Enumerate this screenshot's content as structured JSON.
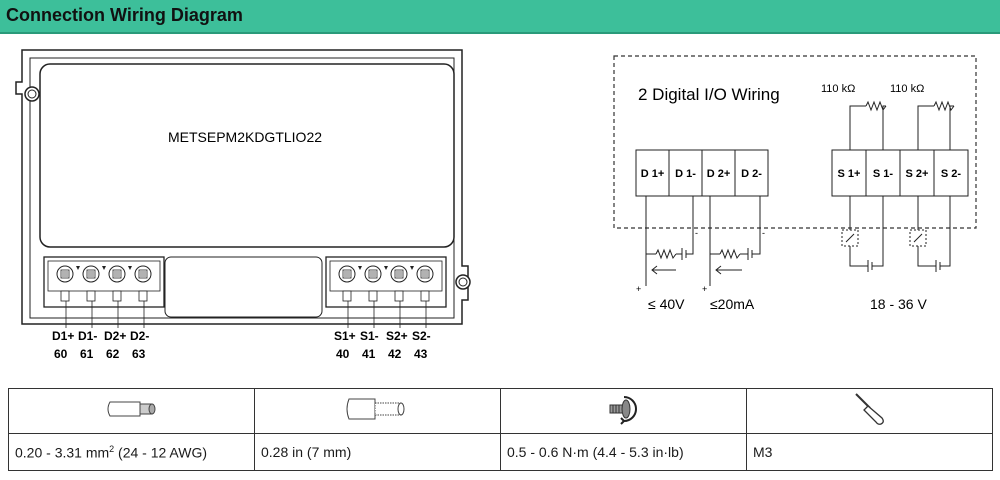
{
  "header": {
    "title": "Connection Wiring Diagram"
  },
  "device": {
    "model": "METSEPM2KDGTLIO22",
    "left_terminals": [
      {
        "name": "D1+",
        "number": "60"
      },
      {
        "name": "D1-",
        "number": "61"
      },
      {
        "name": "D2+",
        "number": "62"
      },
      {
        "name": "D2-",
        "number": "63"
      }
    ],
    "right_terminals": [
      {
        "name": "S1+",
        "number": "40"
      },
      {
        "name": "S1-",
        "number": "41"
      },
      {
        "name": "S2+",
        "number": "42"
      },
      {
        "name": "S2-",
        "number": "43"
      }
    ]
  },
  "wiring": {
    "title": "2 Digital I/O Wiring",
    "output_terminals": [
      "D 1+",
      "D 1-",
      "D 2+",
      "D 2-"
    ],
    "input_terminals": [
      "S 1+",
      "S 1-",
      "S 2+",
      "S 2-"
    ],
    "resistor_labels": [
      "110 kΩ",
      "110 kΩ"
    ],
    "output_voltage": "≤ 40V",
    "output_current": "≤20mA",
    "input_voltage": "18 - 36 V",
    "plus": "+",
    "minus": "-"
  },
  "specs": {
    "icons": [
      "wire-ferrule-icon",
      "stripped-wire-icon",
      "torque-screw-icon",
      "screwdriver-icon"
    ],
    "wire_size": "0.20 - 3.31 mm",
    "wire_size_sup": "2",
    "wire_size_awg": " (24 - 12 AWG)",
    "strip_length": "0.28 in (7 mm)",
    "torque": "0.5 - 0.6 N·m (4.4 - 5.3 in·lb)",
    "screwdriver": "M3"
  }
}
